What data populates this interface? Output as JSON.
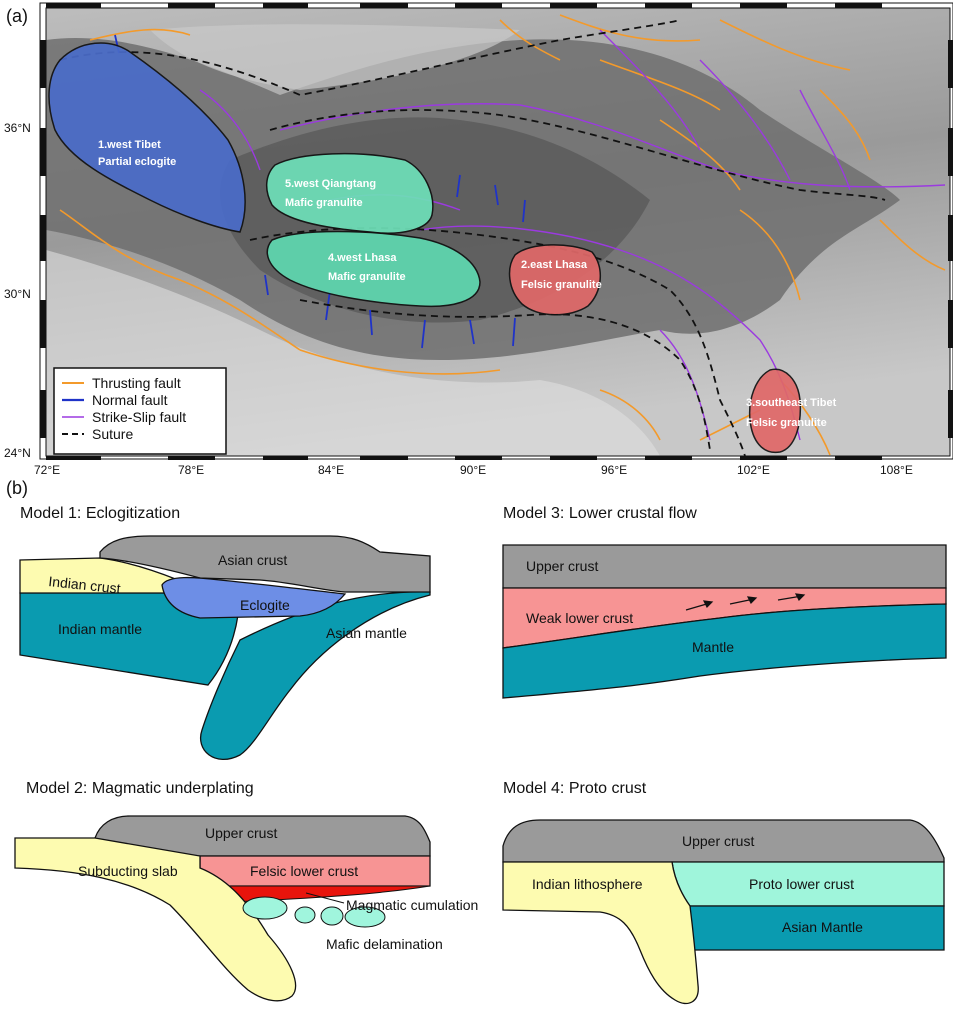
{
  "panel_a": {
    "label": "(a)",
    "lat_ticks": [
      "36°N",
      "30°N",
      "24°N"
    ],
    "lon_ticks": [
      "72°E",
      "78°E",
      "84°E",
      "90°E",
      "96°E",
      "102°E",
      "108°E"
    ],
    "regions": [
      {
        "line1": "1.west Tibet",
        "line2": "Partial eclogite",
        "color": "#4a6cc9"
      },
      {
        "line1": "5.west Qiangtang",
        "line2": "Mafic granulite",
        "color": "#6ee0b8"
      },
      {
        "line1": "4.west Lhasa",
        "line2": "Mafic granulite",
        "color": "#5ed8b0"
      },
      {
        "line1": "2.east Lhasa",
        "line2": "Felsic granulite",
        "color": "#e06868"
      },
      {
        "line1": "3.southeast Tibet",
        "line2": "Felsic granulite",
        "color": "#e06868"
      }
    ],
    "legend": [
      {
        "label": "Thrusting fault",
        "color": "#f39a2b"
      },
      {
        "label": "Normal fault",
        "color": "#1f33c8"
      },
      {
        "label": "Strike-Slip fault",
        "color": "#9b3ae0"
      },
      {
        "label": "Suture",
        "color": "#111111"
      }
    ]
  },
  "panel_b": {
    "label": "(b)",
    "model1": {
      "title": "Model 1: Eclogitization",
      "asian_crust": "Asian crust",
      "indian_crust": "Indian crust",
      "eclogite": "Eclogite",
      "indian_mantle": "Indian mantle",
      "asian_mantle": "Asian mantle"
    },
    "model2": {
      "title": "Model 2: Magmatic underplating",
      "upper_crust": "Upper crust",
      "subducting_slab": "Subducting slab",
      "felsic_lower_crust": "Felsic lower crust",
      "magmatic_cumulation": "Magmatic cumulation",
      "mafic_delamination": "Mafic delamination"
    },
    "model3": {
      "title": "Model 3: Lower crustal flow",
      "upper_crust": "Upper crust",
      "weak_lower_crust": "Weak lower crust",
      "mantle": "Mantle"
    },
    "model4": {
      "title": "Model 4: Proto crust",
      "upper_crust": "Upper crust",
      "indian_lithosphere": "Indian lithosphere",
      "proto_lower_crust": "Proto lower crust",
      "asian_mantle": "Asian Mantle"
    }
  }
}
